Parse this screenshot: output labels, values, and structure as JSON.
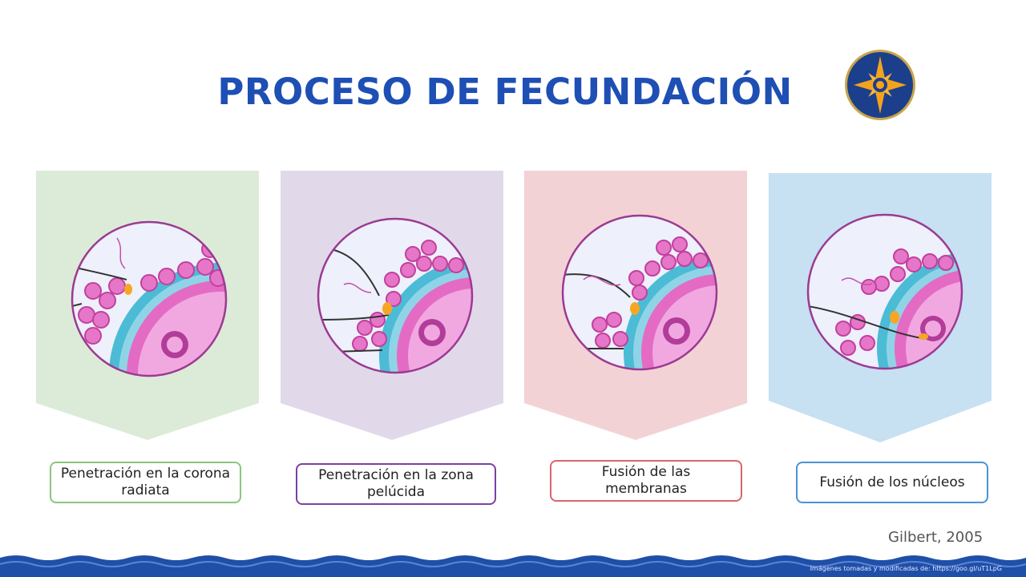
{
  "title": "PROCESO DE FECUNDACIÓN",
  "steps": [
    {
      "label": "Penetración en la corona radiata",
      "panel_color": "#dcebd7",
      "border_color": "#8cc57e"
    },
    {
      "label": "Penetración en la zona pelúcida",
      "panel_color": "#e1d9e9",
      "border_color": "#7d3fa3"
    },
    {
      "label": "Fusión de las membranas",
      "panel_color": "#f3d2d6",
      "border_color": "#d9646c"
    },
    {
      "label": "Fusión de los núcleos",
      "panel_color": "#c7e0f2",
      "border_color": "#4b92d4"
    }
  ],
  "credit": "Gilbert, 2005",
  "source_note": "Imágenes tomadas y modificadas de: https://goo.gl/uT1LpG",
  "colors": {
    "title": "#1e4fb4",
    "wave": "#1f4fa8",
    "logo_ring": "#1c3f8c",
    "logo_star": "#f5a21d"
  }
}
